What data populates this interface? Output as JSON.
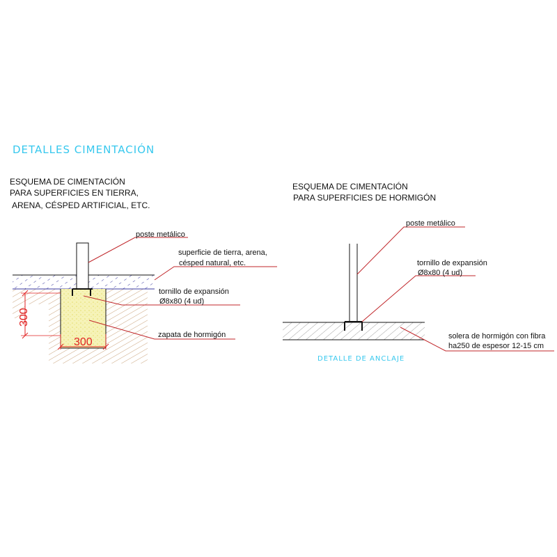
{
  "header": {
    "title": "DETALLES CIMENTACIÓN"
  },
  "left": {
    "title_lines": [
      "ESQUEMA DE CIMENTACIÓN",
      "PARA SUPERFICIES EN TIERRA,",
      "ARENA, CÉSPED ARTIFICIAL, ETC."
    ],
    "labels": {
      "post": "poste metálico",
      "surface_1": "superficie de tierra, arena,",
      "surface_2": "césped natural, etc.",
      "bolt_1": "tornillo de expansión",
      "bolt_2": "Ø8x80 (4 ud)",
      "footing": "zapata de hormigón"
    },
    "dimensions": {
      "depth": "300",
      "width": "300"
    }
  },
  "right": {
    "title_lines": [
      "ESQUEMA DE CIMENTACIÓN",
      "PARA SUPERFICIES DE HORMIGÓN"
    ],
    "labels": {
      "post": "poste metálico",
      "bolt_1": "tornillo de expansión",
      "bolt_2": "Ø8x80 (4 ud)",
      "slab_1": "solera de hormigón con fibra",
      "slab_2": "ha250 de espesor 12-15 cm"
    },
    "caption": "DETALLE DE ANCLAJE"
  },
  "colors": {
    "accent": "#37c8ee",
    "leader": "#c0262a",
    "dimension": "#e02020",
    "soil_hatch": "#c9a27a",
    "surface_hatch": "#3a3aa0",
    "concrete_fill": "#f3ef9c"
  }
}
